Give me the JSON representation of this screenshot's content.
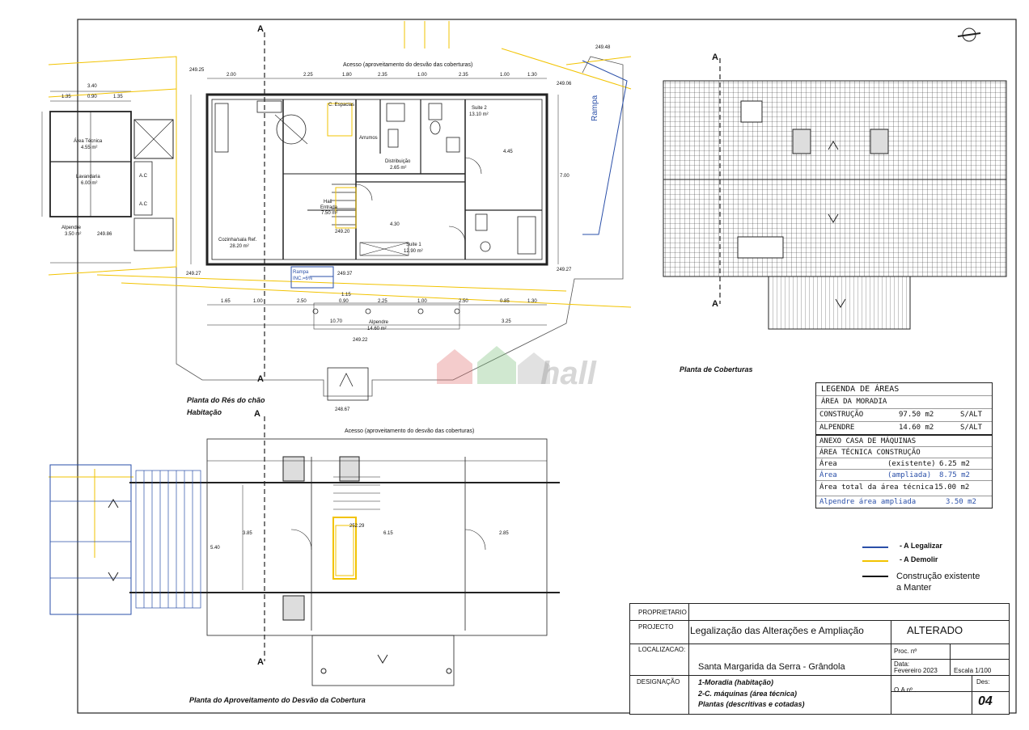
{
  "captions": {
    "ground_floor_1": "Planta do Rés do chão",
    "ground_floor_2": "Habitação",
    "roof_plan": "Planta de Coberturas",
    "attic_plan": "Planta do Aproveitamento do Desvão da Cobertura",
    "attic_access_top": "Acesso (aproveitamento do desvão das coberturas)",
    "attic_access_bottom": "Acesso (aproveitamento do desvão das coberturas)",
    "ramp": "Rampa",
    "watermark": "hall"
  },
  "rooms": {
    "area_tecnica": "Área Técnica",
    "area_tecnica_m2": "4.55 m²",
    "lavandaria": "Lavandaria",
    "lavandaria_m2": "6.00 m²",
    "alpendre_small": "Alpendre",
    "alpendre_small_m2": "3.50 m²",
    "c_espacias": "C. Espacias",
    "suite2": "Suite 2",
    "suite2_m2": "13.10 m²",
    "arrumos": "Arrumos",
    "distribuicao": "Distribuição",
    "distribuicao_m2": "2.65 m²",
    "hall_entrada_1": "Hall",
    "hall_entrada_2": "Entrada",
    "hall_entrada_m2": "7.50 m²",
    "cozinha": "Cozinha/sala Ref.",
    "cozinha_m2": "28.20 m²",
    "suite1": "Suite 1",
    "suite1_m2": "12.90 m²",
    "rampa_inc": "Rampa",
    "rampa_inc_2": "INC.=6%",
    "alpendre_big": "Alpendre",
    "alpendre_big_m2": "14.60 m²",
    "ac1": "A.C",
    "ac2": "A.C"
  },
  "levels": {
    "l1": "249.25",
    "l2": "249.48",
    "l3": "249.06",
    "l4": "249.86",
    "l5": "249.27",
    "l6": "249.37",
    "l7": "249.27",
    "l8": "249.22",
    "l9": "248.67",
    "l10": "252.29",
    "l11": "249.20"
  },
  "dims_top": [
    "2.00",
    "2.25",
    "1.80",
    "2.35",
    "1.00",
    "2.35",
    "1.00",
    "1.30"
  ],
  "dims_bottom": [
    "1.65",
    "1.00",
    "2.50",
    "0.90",
    "2.25",
    "1.00",
    "2.50",
    "0.85",
    "1.30"
  ],
  "dims_misc": {
    "d340": "3.40",
    "d135a": "1.35",
    "d090": "0.90",
    "d135b": "1.35",
    "d1070": "10.70",
    "d325": "3.25",
    "d115": "1.15",
    "d445": "4.45",
    "d700": "7.00",
    "d430": "4.30",
    "d385": "3.85",
    "d285": "2.85",
    "d540": "5.40",
    "d615": "6.15"
  },
  "section_marker": "A",
  "legend": {
    "title": "LEGENDA DE ÁREAS",
    "moradia": "ÁREA DA MORADIA",
    "construcao_label": "CONSTRUÇÃO",
    "construcao_value": "97.50 m2",
    "construcao_tag": "S/ALT",
    "alpendre_label": "ALPENDRE",
    "alpendre_value": "14.60 m2",
    "alpendre_tag": "S/ALT",
    "anexo": "ANEXO CASA DE MÁQUINAS",
    "tecnica": "ÁREA TÉCNICA CONSTRUÇÃO",
    "area_label": "Área",
    "existente": "(existente)",
    "existente_value": "6.25 m2",
    "area2_label": "Área",
    "ampliada": "(ampliada)",
    "ampliada_value": "8.75 m2",
    "total_label": "Área total da área técnica",
    "total_value": "15.00 m2",
    "alpendre_amp_label": "Alpendre área ampliada",
    "alpendre_amp_value": "3.50 m2"
  },
  "line_legend": {
    "legalizar": "- A Legalizar",
    "demolir": "- A Demolir",
    "manter_1": "Construção existente",
    "manter_2": "a Manter",
    "color_legalizar": "#2a4fa8",
    "color_demolir": "#f2c300"
  },
  "title_block": {
    "proprietario_label": "PROPRIETARIO",
    "projeto_label": "PROJECTO",
    "projeto_value": "Legalização das Alterações e Ampliação",
    "status": "ALTERADO",
    "localizacao_label": "LOCALIZACAO:",
    "proc_label": "Proc. nº",
    "location": "Santa Margarida da Serra - Grândola",
    "data_label": "Data:",
    "data_value": "Fevereiro 2023",
    "escala": "Escala 1/100",
    "designacao_label": "DESIGNAÇÃO",
    "des_1": "1-Moradia (habitação)",
    "des_2": "2-C. máquinas (área técnica)",
    "des_3": "Plantas (descritivas e cotadas)",
    "des_label": "Des:",
    "oa_label": "O.A nº .",
    "sheet_number": "04"
  }
}
